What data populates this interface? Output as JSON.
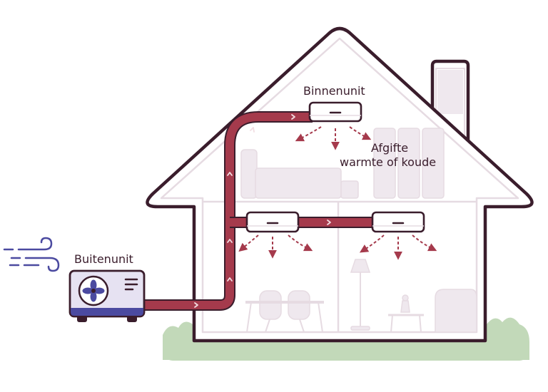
{
  "labels": {
    "indoor_unit": "Binnenunit",
    "output_line1": "Afgifte",
    "output_line2": "warmte of koude",
    "outdoor_unit": "Buitenunit"
  },
  "colors": {
    "outline": "#3a1d2c",
    "pipe": "#a53a4c",
    "pipe_edge": "#3a1d2c",
    "interior_lines": "#e6dbe2",
    "furniture": "#efe8ee",
    "grass": "#c2d9b9",
    "unit_body": "#e6e2f2",
    "unit_base": "#4b4aa0",
    "wind": "#4b4aa0",
    "airflow": "#a53a4c"
  },
  "icons": [
    "wind-icon",
    "fan-icon"
  ]
}
